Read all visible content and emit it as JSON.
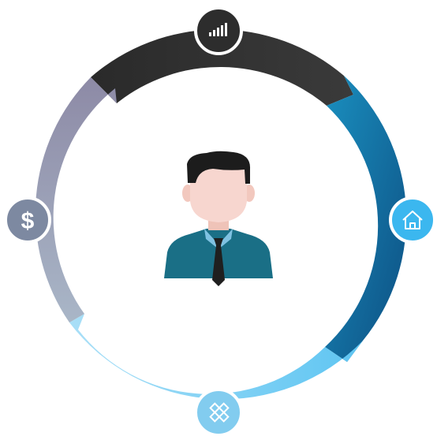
{
  "diagram": {
    "segments": [
      {
        "name": "top",
        "color_start": "#2a2a2a",
        "color_end": "#3a3a3a"
      },
      {
        "name": "right",
        "color_start": "#1a7fae",
        "color_end": "#0f4f82"
      },
      {
        "name": "bottom",
        "color_start": "#5fc6f2",
        "color_end": "#a6dcf6"
      },
      {
        "name": "left",
        "color_start": "#7a8aa3",
        "color_end": "#a7b2c4"
      }
    ],
    "nodes": [
      {
        "position": "top",
        "icon": "bar-chart-icon",
        "fill": "#2d2d2d"
      },
      {
        "position": "right",
        "icon": "home-icon",
        "fill": "#3bb7ef"
      },
      {
        "position": "bottom",
        "icon": "pencil-ruler-icon",
        "fill": "#82ccef"
      },
      {
        "position": "left",
        "icon": "dollar-icon",
        "fill": "#7d89a1",
        "label": "$"
      }
    ],
    "center": {
      "icon": "businessman-icon",
      "shirt": "#1a6f86",
      "tie": "#1f1f1f",
      "skin": "#f7d6cf",
      "hair": "#1c1c1c"
    }
  }
}
